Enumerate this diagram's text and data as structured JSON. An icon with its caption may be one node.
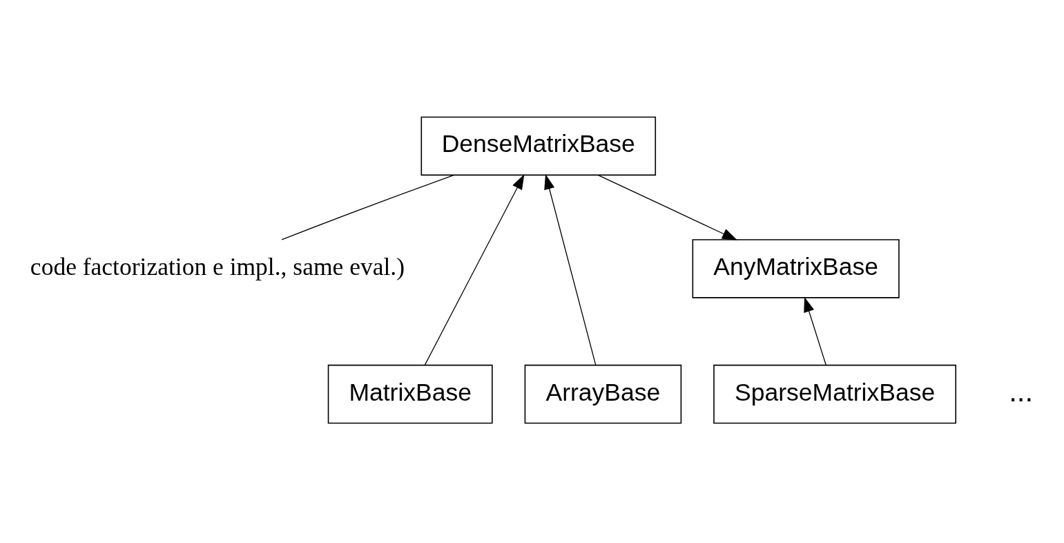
{
  "diagram": {
    "nodes": [
      {
        "text": [
          "AnyMatrixBase"
        ]
      },
      {
        "text": [
          "code factorization e impl., same eval.)"
        ]
      },
      {
        "text": [
          "DenseMatrixBase"
        ]
      },
      {
        "text": [
          "MatrixBase"
        ]
      },
      {
        "text": [
          "ArrayBase"
        ]
      },
      {
        "text": [
          "SparseMatrixBase"
        ]
      }
    ],
    "edges": [
      {
        "from": 2,
        "to": 0,
        "arrow": "to"
      },
      {
        "from": 5,
        "to": 0,
        "arrow": "to"
      },
      {
        "from": 1,
        "to": 2,
        "arrow": "none"
      },
      {
        "from": 3,
        "to": 2,
        "arrow": "to"
      },
      {
        "from": 4,
        "to": 2,
        "arrow": "to"
      }
    ],
    "labels": [
      "..."
    ]
  }
}
